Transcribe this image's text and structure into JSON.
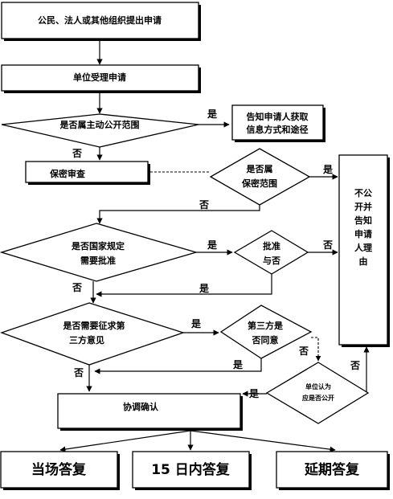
{
  "nodes": {
    "apply": "公民、法人或其他组织提出申请",
    "accept": "单位受理申请",
    "q_scope": "是否属主动公开范围",
    "notify_line1": "告知申请人获取",
    "notify_line2": "信息方式和途径",
    "secrecy_review": "保密审查",
    "q_secret_line1": "是否属",
    "q_secret_line2": "保密范围",
    "refuse_line1": "不公",
    "refuse_line2": "开并",
    "refuse_line3": "告知",
    "refuse_line4": "申请",
    "refuse_line5": "人理",
    "refuse_line6": "由",
    "q_approval_line1": "是否国家规定",
    "q_approval_line2": "需要批准",
    "q_approved_line1": "批准",
    "q_approved_line2": "与否",
    "q_consult_line1": "是否需要征求第",
    "q_consult_line2": "三方意见",
    "q_third_line1": "第三方是",
    "q_third_line2": "否同意",
    "q_unit_line1": "单位认为",
    "q_unit_line2": "应是否公开",
    "coordinate": "协调确认",
    "reply_now": "当场答复",
    "reply_15": "15 日内答复",
    "reply_delay": "延期答复"
  },
  "labels": {
    "yes": "是",
    "no": "否"
  }
}
